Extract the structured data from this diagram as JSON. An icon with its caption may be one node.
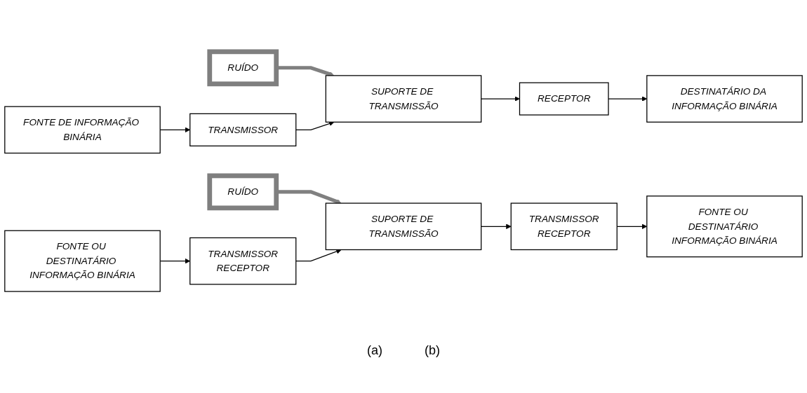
{
  "diagram": {
    "nodes": [
      {
        "text": [
          "RUÍDO"
        ]
      },
      {
        "text": [
          "FONTE DE INFORMAÇÃO BINÁRIA"
        ]
      },
      {
        "text": [
          "TRANSMISSOR"
        ]
      },
      {
        "text": [
          "SUPORTE DE TRANSMISSÃO"
        ]
      },
      {
        "text": [
          "RECEPTOR"
        ]
      },
      {
        "text": [
          "DESTINATÁRIO DA INFORMAÇÃO BINÁRIA"
        ]
      },
      {
        "text": [
          "RUÍDO"
        ]
      },
      {
        "text": [
          "FONTE OU DESTINATÁRIO INFORMAÇÃO BINÁRIA"
        ]
      },
      {
        "text": [
          "TRANSMISSOR",
          "RECEPTOR"
        ]
      },
      {
        "text": [
          "SUPORTE DE TRANSMISSÃO"
        ]
      },
      {
        "text": [
          "TRANSMISSOR",
          "RECEPTOR"
        ]
      },
      {
        "text": [
          "FONTE OU DESTINATÁRIO INFORMAÇÃO BINÁRIA"
        ]
      }
    ],
    "edges": [
      {
        "from": 0,
        "to": 3,
        "arrow": "to",
        "style": "thick",
        "color": "#808080"
      },
      {
        "from": 1,
        "to": 2,
        "arrow": "to"
      },
      {
        "from": 2,
        "to": 3,
        "arrow": "to"
      },
      {
        "from": 3,
        "to": 4,
        "arrow": "to"
      },
      {
        "from": 4,
        "to": 5,
        "arrow": "to"
      },
      {
        "from": 6,
        "to": 9,
        "arrow": "to",
        "style": "thick",
        "color": "#808080"
      },
      {
        "from": 7,
        "to": 8,
        "arrow": "to"
      },
      {
        "from": 8,
        "to": 9,
        "arrow": "to"
      },
      {
        "from": 9,
        "to": 10,
        "arrow": "to"
      },
      {
        "from": 10,
        "to": 11,
        "arrow": "to"
      }
    ],
    "labels": [
      "(a)",
      "(b)"
    ]
  }
}
